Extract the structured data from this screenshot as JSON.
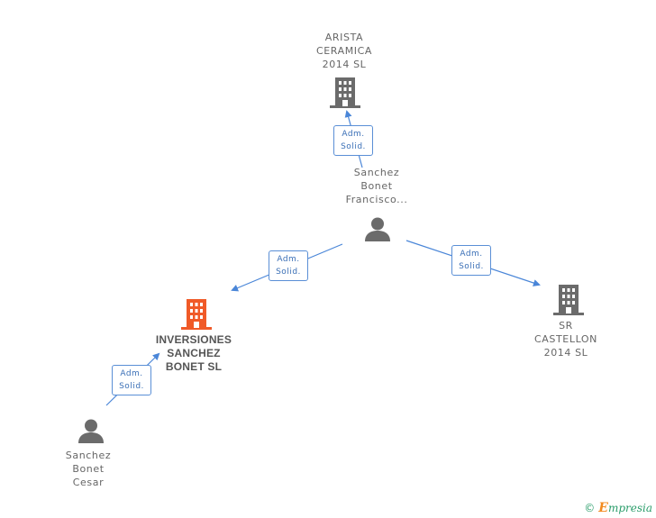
{
  "colors": {
    "edge": "#4a86d8",
    "company_icon": "#6b6b6b",
    "focus_icon": "#f05a28",
    "person_icon": "#6b6b6b",
    "brand_green": "#2a9d6a",
    "brand_orange": "#f28a1f"
  },
  "nodes": {
    "arista": {
      "lines": [
        "ARISTA",
        "CERAMICA",
        "2014  SL"
      ],
      "icon": "building-icon"
    },
    "francisco": {
      "lines": [
        "Sanchez",
        "Bonet",
        "Francisco..."
      ],
      "icon": "person-icon"
    },
    "inversiones": {
      "lines": [
        "INVERSIONES",
        "SANCHEZ",
        "BONET SL"
      ],
      "icon": "building-icon"
    },
    "castellon": {
      "lines": [
        "SR",
        "CASTELLON",
        "2014  SL"
      ],
      "icon": "building-icon"
    },
    "cesar": {
      "lines": [
        "Sanchez",
        "Bonet",
        "Cesar"
      ],
      "icon": "person-icon"
    }
  },
  "edges": {
    "francisco_arista": {
      "lines": [
        "Adm.",
        "Solid."
      ]
    },
    "francisco_inversiones": {
      "lines": [
        "Adm.",
        "Solid."
      ]
    },
    "francisco_castellon": {
      "lines": [
        "Adm.",
        "Solid."
      ]
    },
    "cesar_inversiones": {
      "lines": [
        "Adm.",
        "Solid."
      ]
    }
  },
  "footer": {
    "copyright_symbol": "©",
    "brand_initial": "E",
    "brand_rest": "mpresia"
  }
}
